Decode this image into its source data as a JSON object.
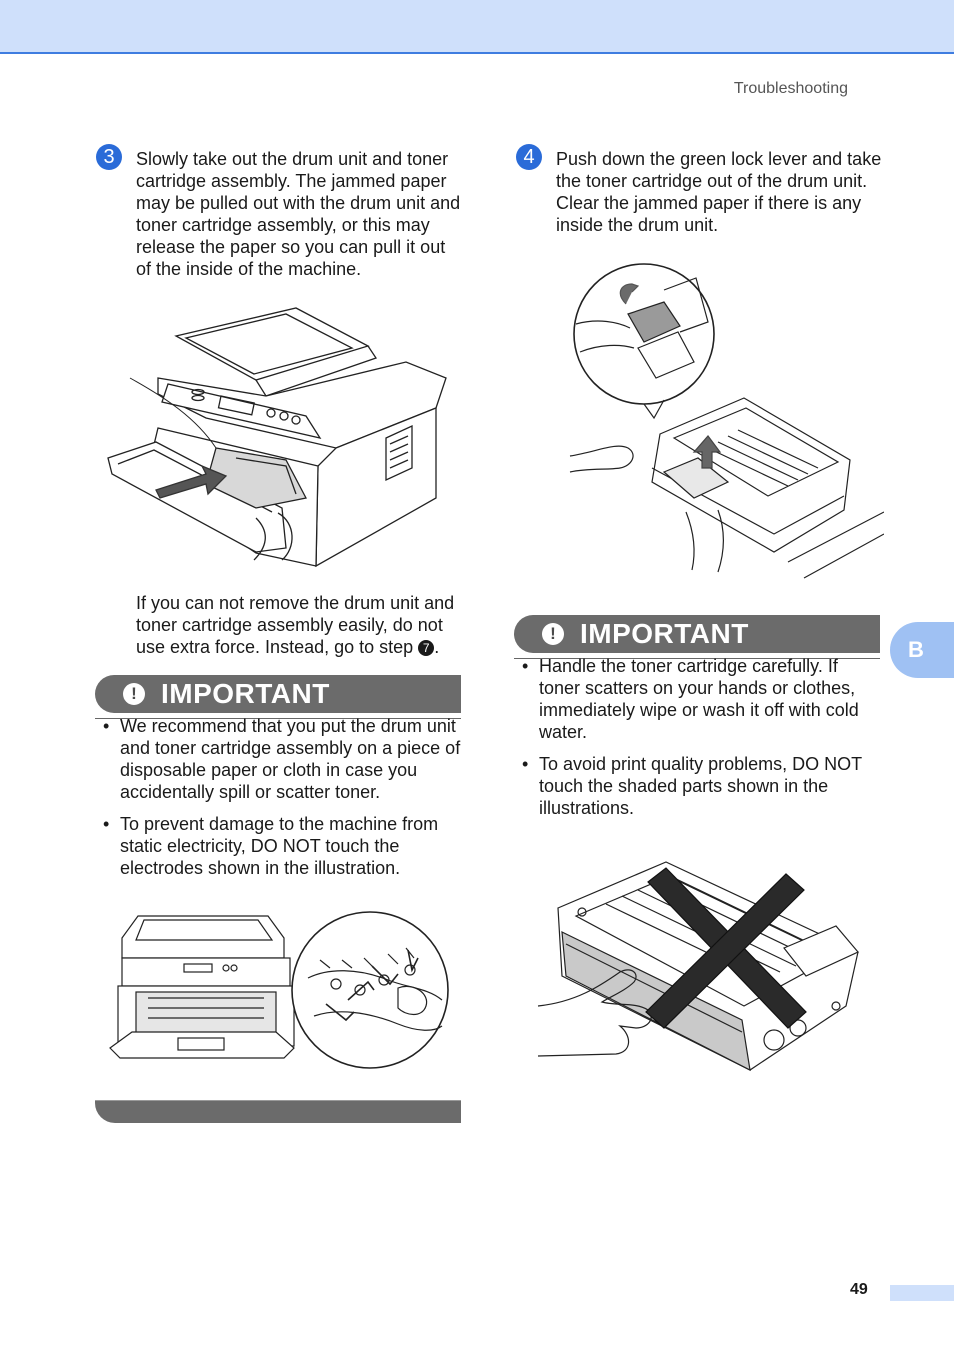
{
  "header": {
    "section": "Troubleshooting"
  },
  "left": {
    "step_number": "3",
    "step_text": "Slowly take out the drum unit and toner cartridge assembly. The jammed paper may be pulled out with the drum unit and toner cartridge assembly, or this may release the paper so you can pull it out of the inside of the machine.",
    "note_text": "If you can not remove the drum unit and toner cartridge assembly easily, do not use extra force. Instead, go to step",
    "note_step_ref": "7",
    "note_end": ".",
    "important": {
      "title": "IMPORTANT",
      "bullets": [
        "We recommend that you put the drum unit and toner cartridge assembly on a piece of disposable paper or cloth in case you accidentally spill or scatter toner.",
        "To prevent damage to the machine from static electricity, DO NOT touch the electrodes shown in the illustration."
      ]
    }
  },
  "right": {
    "step_number": "4",
    "step_text": "Push down the green lock lever and take the toner cartridge out of the drum unit. Clear the jammed paper if there is any inside the drum unit.",
    "important": {
      "title": "IMPORTANT",
      "bullets": [
        "Handle the toner cartridge carefully. If toner scatters on your hands or clothes, immediately wipe or wash it off with cold water.",
        "To avoid print quality problems, DO NOT touch the shaded parts shown in the illustrations."
      ]
    }
  },
  "side_tab": "B",
  "page_number": "49",
  "colors": {
    "accent": "#2a6bd8",
    "band": "#cfe0fb",
    "tab": "#9fc1f3",
    "important_bar": "#6b6b6b"
  },
  "icons": [
    "exclamation-icon",
    "cross-mark-icon",
    "arrow-icon"
  ]
}
